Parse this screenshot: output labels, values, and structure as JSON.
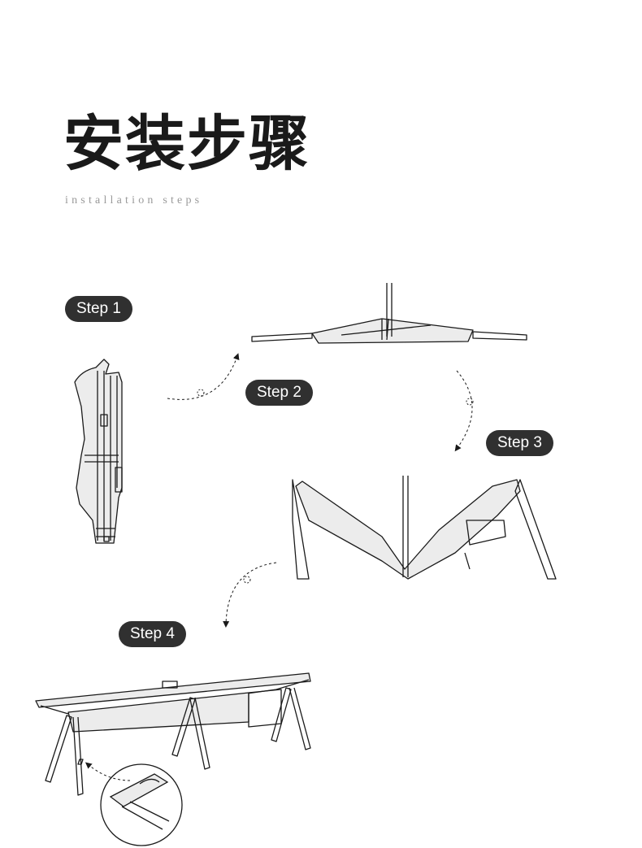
{
  "header": {
    "title": "安装步骤",
    "subtitle": "installation steps"
  },
  "steps": [
    {
      "label": "Step 1"
    },
    {
      "label": "Step 2"
    },
    {
      "label": "Step 3"
    },
    {
      "label": "Step 4"
    }
  ],
  "colors": {
    "pill_background": "#303030",
    "pill_text": "#ffffff",
    "title_text": "#1a1a1a",
    "subtitle_text": "#9a9a9a",
    "line_art": "#1a1a1a",
    "fabric_fill": "#ececec"
  }
}
